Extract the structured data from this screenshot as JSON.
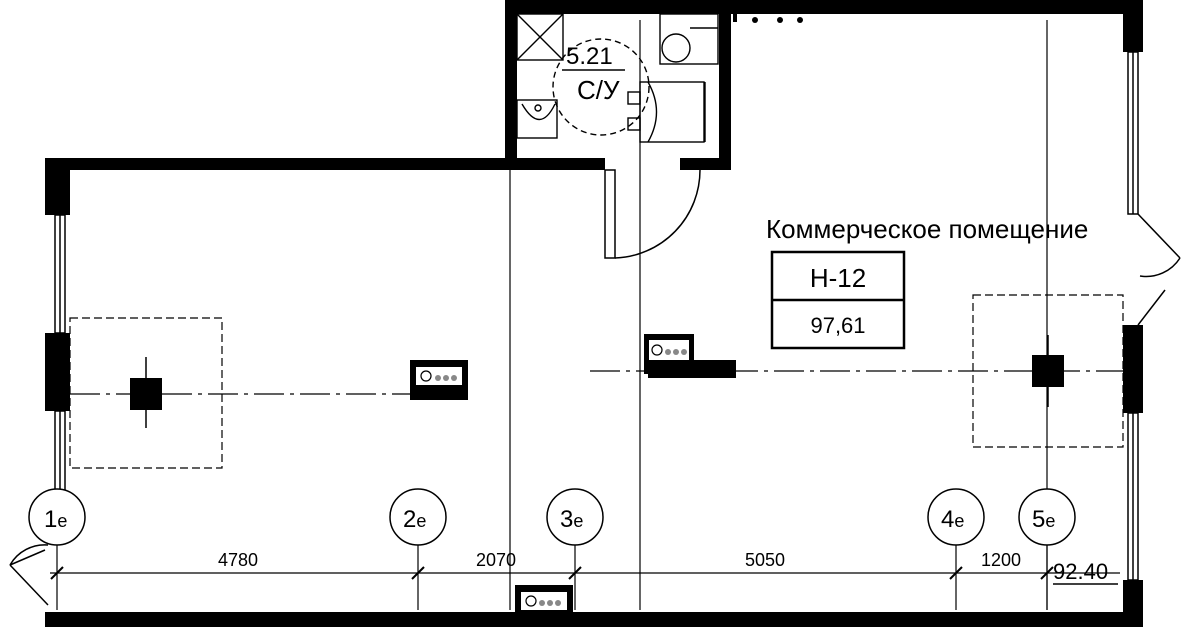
{
  "room_label": "Коммерческое помещение",
  "unit_code": "Н-12",
  "unit_area": "97,61",
  "bathroom": {
    "number": "5.21",
    "name": "С/У"
  },
  "axes": [
    {
      "main": "1",
      "sub": "е"
    },
    {
      "main": "2",
      "sub": "е"
    },
    {
      "main": "3",
      "sub": "е"
    },
    {
      "main": "4",
      "sub": "е"
    },
    {
      "main": "5",
      "sub": "е"
    }
  ],
  "dimensions": [
    "4780",
    "2070",
    "5050",
    "1200"
  ],
  "elevation": "92.40"
}
